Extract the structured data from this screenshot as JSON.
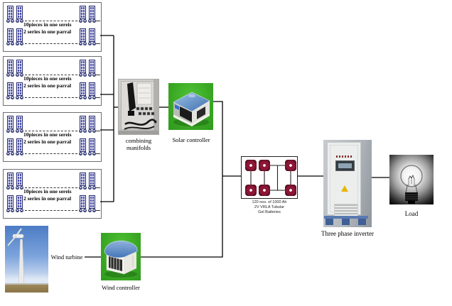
{
  "solar_array": {
    "count": 4,
    "groups_per_array": 4,
    "panels_per_group": 2,
    "label_line1": "10pieces in one sereis",
    "label_line2": "2 series in one parral"
  },
  "combiner": {
    "label_line1": "combining",
    "label_line2": "manifolds"
  },
  "solar_controller": {
    "label": "Solar controller"
  },
  "battery_bank": {
    "battery_icon_count": 6,
    "spec_line1": "120 nos. of 1000 Ah",
    "spec_line2": "2V VRLA Tubular",
    "spec_line3": "Gel Batteries"
  },
  "inverter": {
    "label": "Three phase inverter"
  },
  "load": {
    "label": "Load"
  },
  "wind_turbine": {
    "label": "Wind turbine"
  },
  "wind_controller": {
    "label": "Wind controller"
  },
  "connections": [
    "solar-array-1 -> combiner-bus",
    "solar-array-2 -> combiner-bus",
    "solar-array-3 -> combiner-bus",
    "solar-array-4 -> combiner-bus",
    "combiner-bus -> combining-manifolds",
    "combining-manifolds -> solar-controller",
    "solar-controller -> dc-bus",
    "wind-turbine -> wind-controller",
    "wind-controller -> dc-bus",
    "dc-bus -> battery-bank",
    "battery-bank -> three-phase-inverter",
    "three-phase-inverter -> load"
  ],
  "colors": {
    "controller_background_green": "#3aa824",
    "solar_panel_blue": "#4a52a8",
    "battery_maroon": "#8d1535",
    "connector_line": "#000000"
  }
}
